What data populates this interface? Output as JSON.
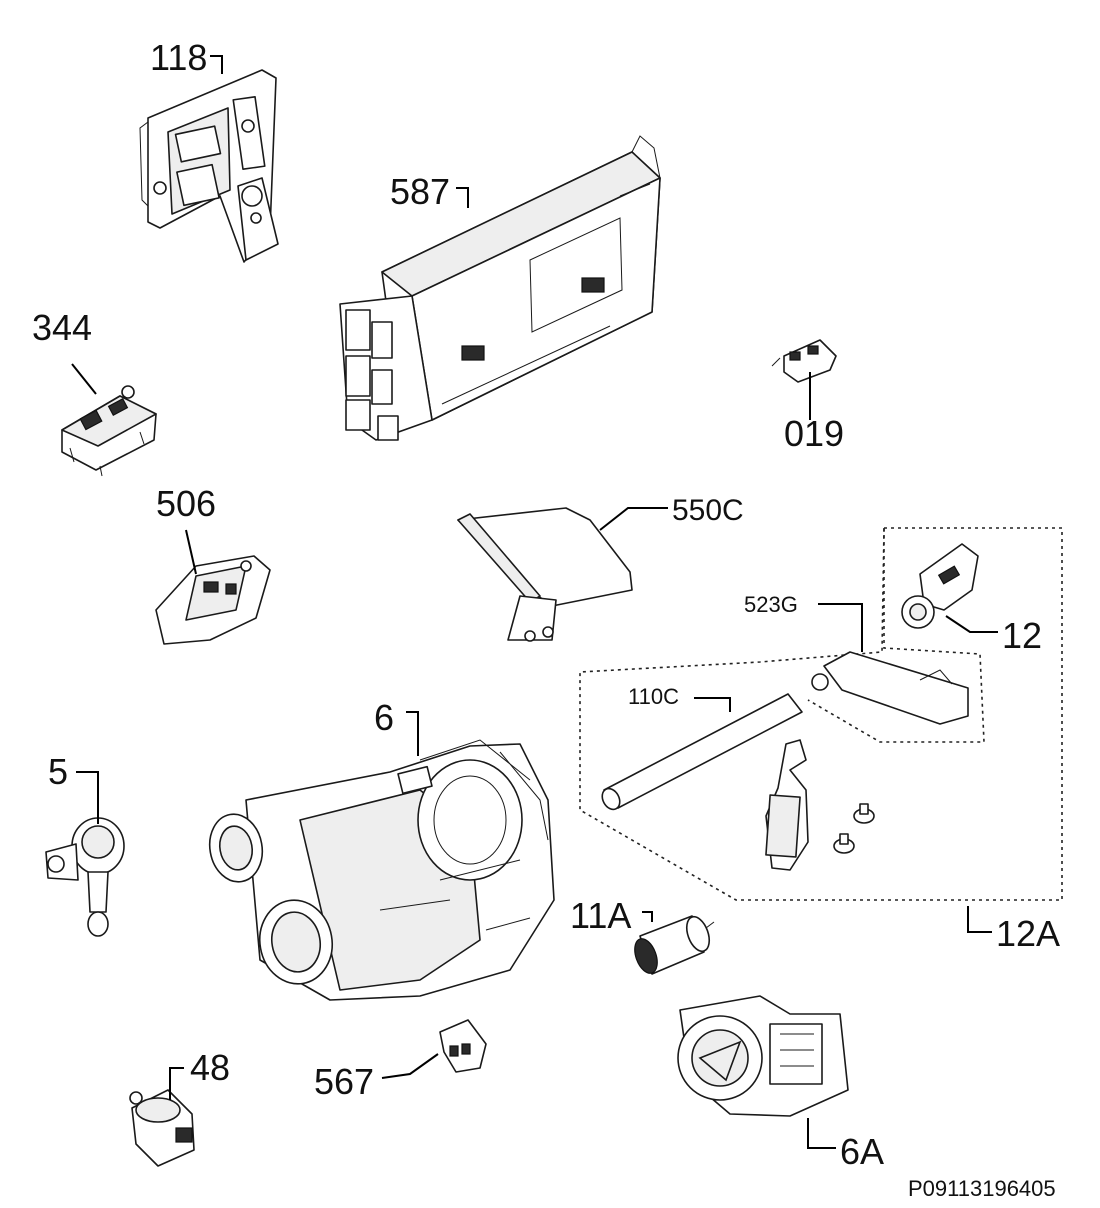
{
  "labels": {
    "p118": "118",
    "p587": "587",
    "p344": "344",
    "p019": "019",
    "p506": "506",
    "p550c": "550C",
    "p523g": "523G",
    "p12": "12",
    "p110c": "110C",
    "p6": "6",
    "p5": "5",
    "p12a": "12A",
    "p11a": "11A",
    "p48": "48",
    "p567": "567",
    "p6a": "6A"
  },
  "reference_code": "P09113196405",
  "icons": {
    "detergent_dispenser": "detergent-dispenser-icon",
    "control_module": "control-module-icon",
    "connector": "connector-icon",
    "switch": "switch-icon",
    "flap": "flap-icon",
    "heat_pump": "heat-pump-icon",
    "inlet_valve": "inlet-valve-icon",
    "drain_pump": "drain-pump-icon",
    "pressure_sensor": "pressure-sensor-icon",
    "capacitor": "capacitor-icon",
    "tube": "tube-icon",
    "bracket": "bracket-icon",
    "screws": "screw-icon"
  }
}
